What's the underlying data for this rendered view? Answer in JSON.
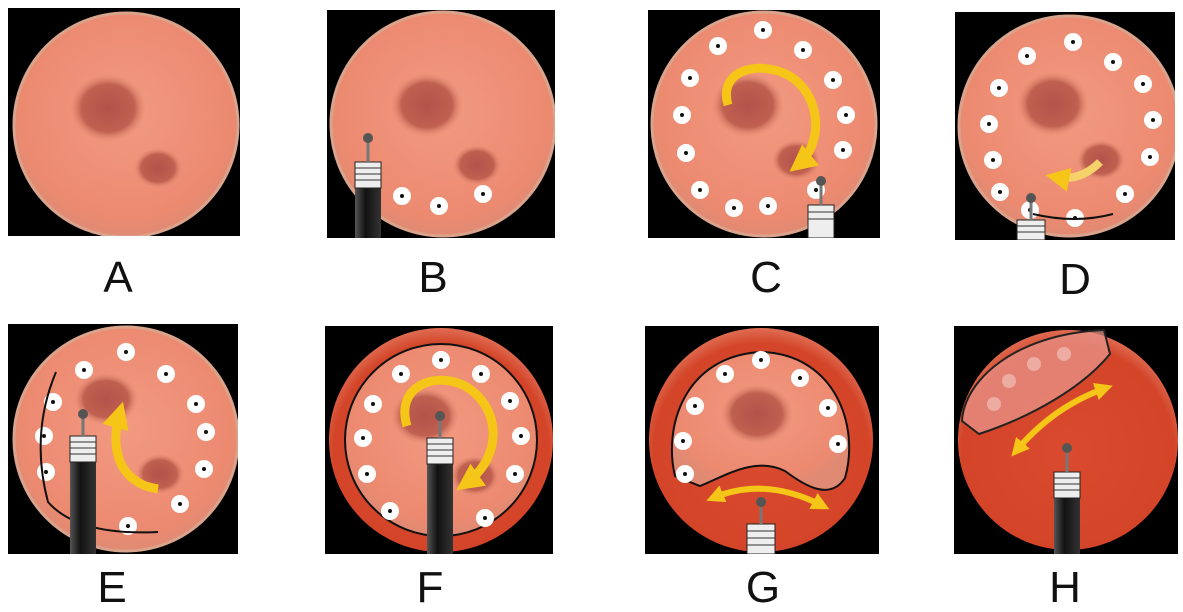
{
  "panels": [
    {
      "label": "A"
    },
    {
      "label": "B"
    },
    {
      "label": "C"
    },
    {
      "label": "D"
    },
    {
      "label": "E"
    },
    {
      "label": "F"
    },
    {
      "label": "G"
    },
    {
      "label": "H"
    }
  ],
  "colors": {
    "frame": "#000000",
    "mucosa": "#ee8a72",
    "mucosa_edge": "#d9a38c",
    "lesion": "#b8574c",
    "submucosa": "#d74a30",
    "arrow": "#f5c518",
    "marker_ring": "#ffffff",
    "marker_dot": "#111111",
    "incision": "#111111"
  }
}
